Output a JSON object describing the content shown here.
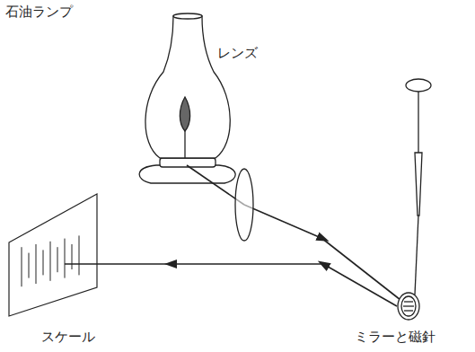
{
  "diagram": {
    "labels": [
      "石油ランプ",
      "レンズ",
      "スケール",
      "ミラーと磁針"
    ]
  }
}
